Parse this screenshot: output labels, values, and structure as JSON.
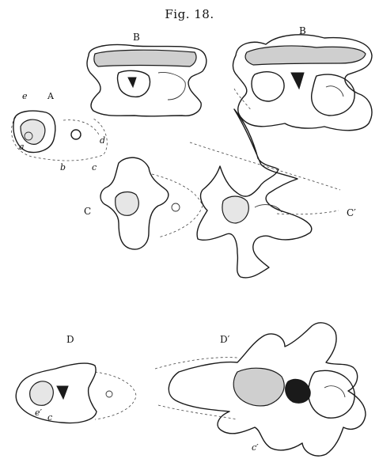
{
  "figure": {
    "title": "Fig. 18."
  },
  "labels": {
    "A": "A",
    "B_top_left": "B",
    "B_top_right": "B",
    "C": "C",
    "C_prime": "C′",
    "D": "D",
    "D_prime": "D′",
    "a_label": "a",
    "b_label": "b",
    "c_label_A": "c",
    "d_label": "d",
    "e_label": "e",
    "c_label_D": "c",
    "e_prime_label": "e′",
    "c_prime_label": "c′"
  }
}
